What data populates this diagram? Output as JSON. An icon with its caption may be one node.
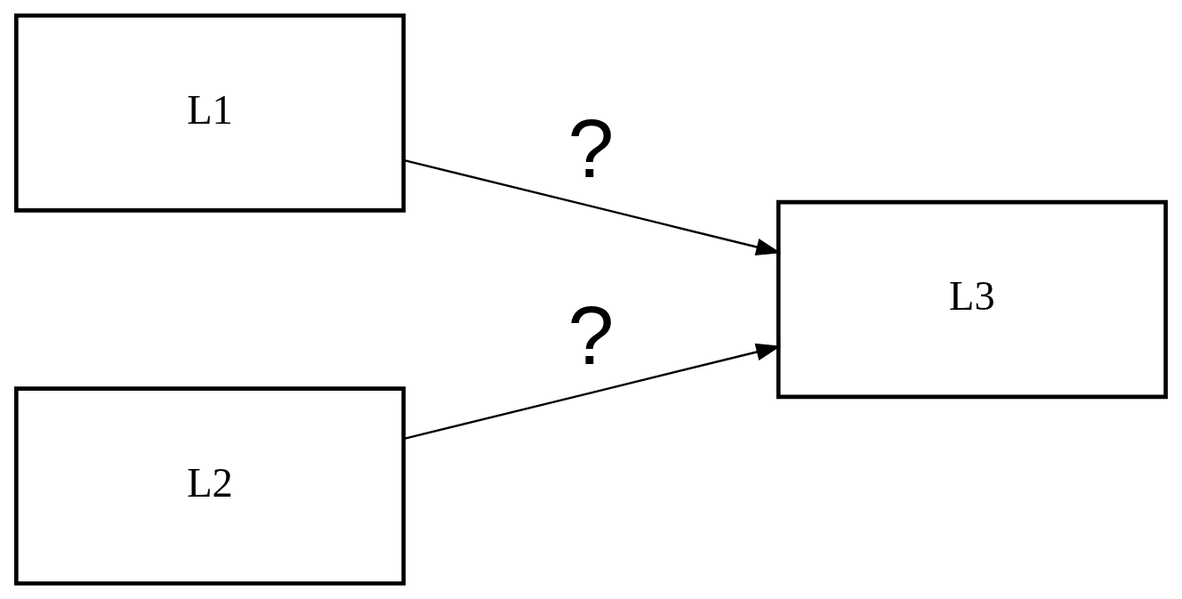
{
  "diagram": {
    "nodes": [
      {
        "text": [
          "L1"
        ]
      },
      {
        "text": [
          "L2"
        ]
      },
      {
        "text": [
          "L3"
        ]
      }
    ],
    "edges": [
      {
        "from": 0,
        "to": 2,
        "arrow": "to",
        "label": "?"
      },
      {
        "from": 1,
        "to": 2,
        "arrow": "to",
        "label": "?"
      }
    ]
  }
}
